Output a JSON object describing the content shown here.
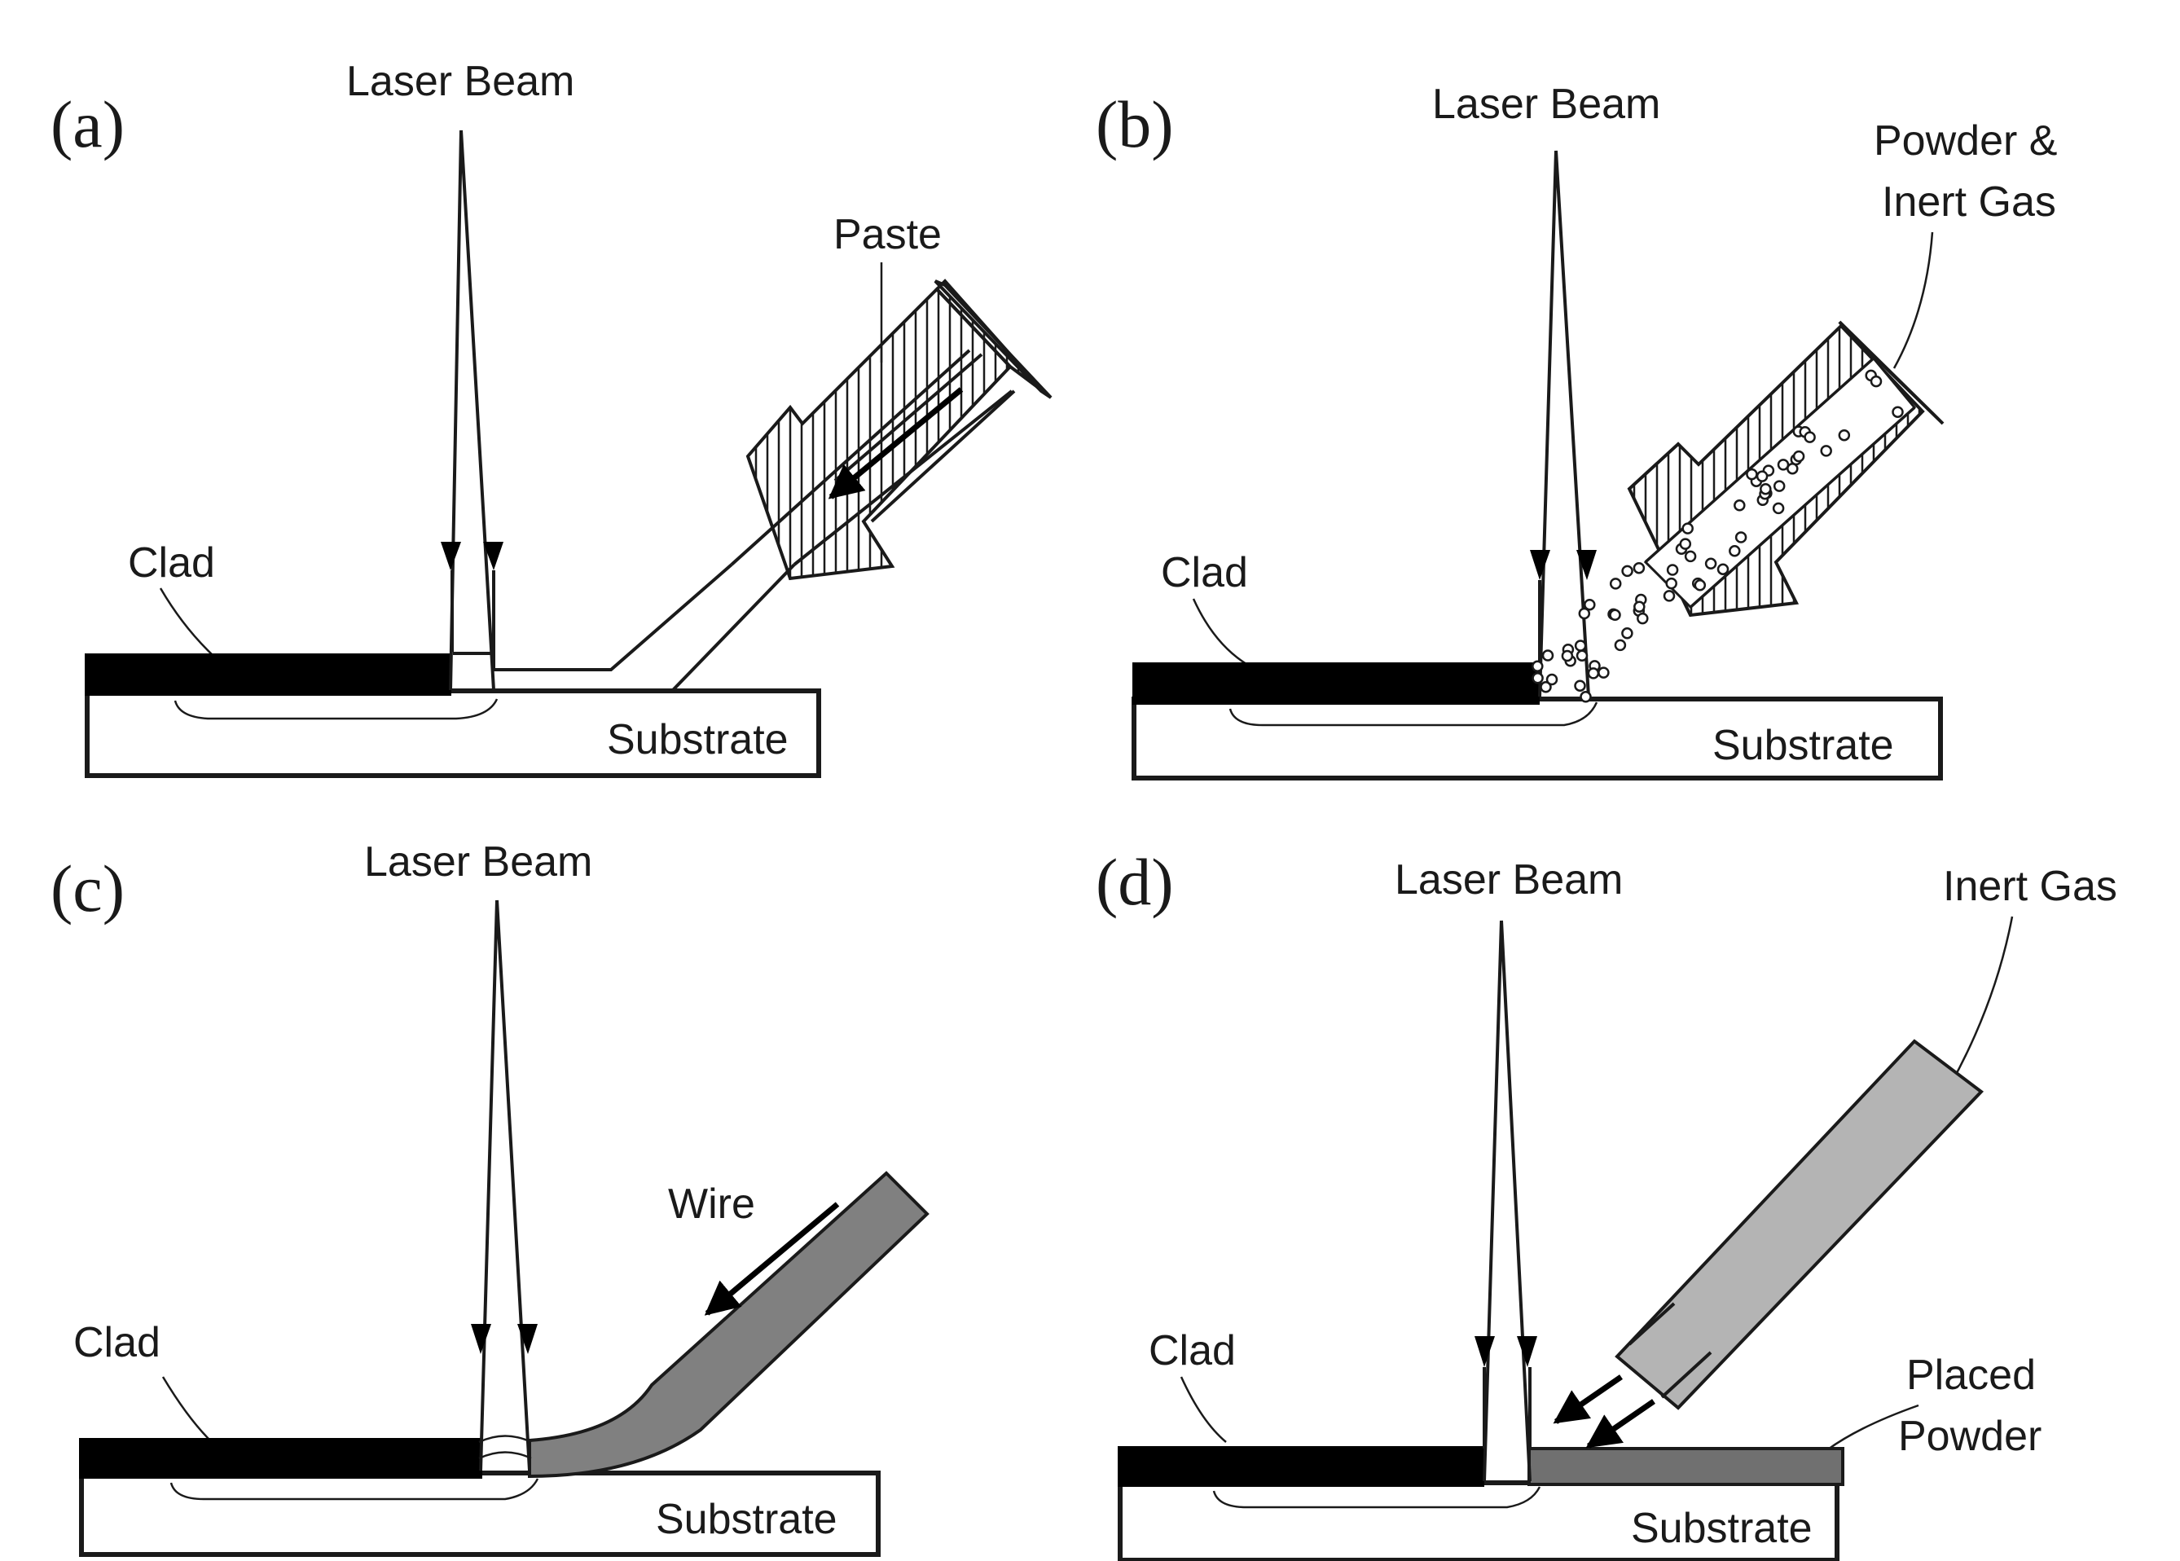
{
  "panels": {
    "a": {
      "tag": "(a)",
      "laser": "Laser Beam",
      "feed": "Paste",
      "clad": "Clad",
      "substrate": "Substrate"
    },
    "b": {
      "tag": "(b)",
      "laser": "Laser Beam",
      "feed_line1": "Powder  &",
      "feed_line2": "Inert Gas",
      "clad": "Clad",
      "substrate": "Substrate"
    },
    "c": {
      "tag": "(c)",
      "laser": "Laser Beam",
      "feed": "Wire",
      "clad": "Clad",
      "substrate": "Substrate"
    },
    "d": {
      "tag": "(d)",
      "laser": "Laser Beam",
      "gas": "Inert Gas",
      "powder_line1": "Placed",
      "powder_line2": "Powder",
      "clad": "Clad",
      "substrate": "Substrate"
    }
  },
  "colors": {
    "line": "#1a1a1a",
    "clad": "#000000",
    "wire": "#808080",
    "gas_nozzle": "#b4b4b4",
    "placed_powder": "#707070"
  },
  "icons": {
    "beam_arrow": "arrowhead-down",
    "feed_arrow": "arrow-diagonal"
  }
}
